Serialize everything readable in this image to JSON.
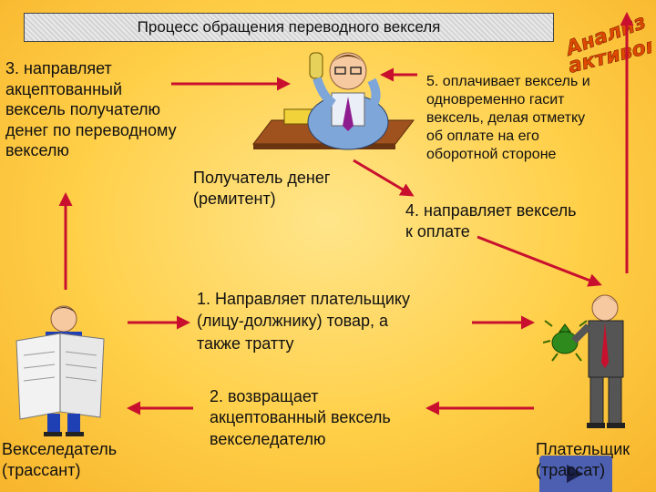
{
  "title": "Процесс обращения переводного векселя",
  "logo": {
    "line1": "Анализ",
    "line2": "активов"
  },
  "steps": {
    "step3": [
      "3. направляет",
      "акцептованный",
      "вексель получателю",
      "денег по переводному",
      "векселю"
    ],
    "step5": [
      "5. оплачивает вексель и",
      "одновременно гасит",
      "вексель, делая отметку",
      "об оплате на его",
      "оборотной стороне"
    ],
    "step4": [
      "4. направляет вексель",
      "к оплате"
    ],
    "step1": [
      "1. Направляет плательщику",
      "(лицу-должнику) товар, а",
      "также тратту"
    ],
    "step2": [
      "2. возвращает",
      "акцептованный вексель",
      "векселедателю"
    ]
  },
  "parties": {
    "receiver": [
      "Получатель денег",
      "(ремитент)"
    ],
    "drawer": [
      "Векселедатель",
      "(трассант)"
    ],
    "payer": [
      "Плательщик",
      "(трассат)"
    ]
  },
  "colors": {
    "arrow": "#c8102e",
    "title_bg": "#dcdcdc",
    "background": "#ffd25a"
  },
  "icons": [
    "man-on-phone-icon",
    "man-reading-newspaper-icon",
    "man-with-money-bag-icon",
    "next-slide-icon"
  ]
}
